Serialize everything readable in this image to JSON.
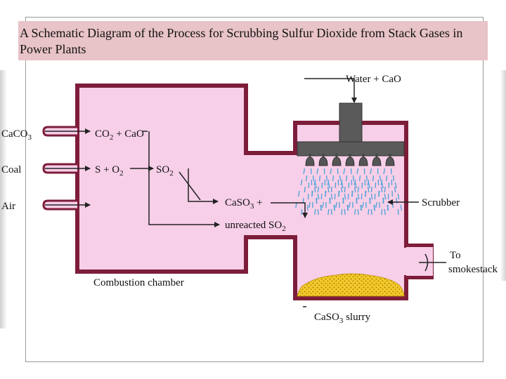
{
  "title": "A Schematic Diagram of the Process for Scrubbing Sulfur Dioxide from Stack Gases in Power Plants",
  "diagram": {
    "colors": {
      "chamber_fill": "#f7cfe8",
      "chamber_wall": "#7d1d3a",
      "spray": "#4aa3d9",
      "slurry": "#f2c72a",
      "nozzle": "#555555",
      "title_bg": "#e8c3c7"
    },
    "top_label": "Water + CaO",
    "inputs": {
      "caco3": {
        "main": "CaCO",
        "sub": "3"
      },
      "coal": "Coal",
      "air": "Air"
    },
    "reactions": {
      "co2_cao": {
        "a": "CO",
        "a_sub": "2",
        "b": " + CaO"
      },
      "s_o2": {
        "a": "S + O",
        "a_sub": "2"
      },
      "so2": {
        "a": "SO",
        "a_sub": "2"
      },
      "caso3_plus": {
        "a": "CaSO",
        "a_sub": "3",
        "b": " +"
      },
      "unreacted_so2": {
        "a": "unreacted SO",
        "a_sub": "2"
      }
    },
    "scrubber": "Scrubber",
    "to_label": "To",
    "smokestack_label": "smokestack",
    "combustion_chamber": "Combustion chamber",
    "slurry_label": {
      "a": "CaSO",
      "a_sub": "3",
      "b": " slurry"
    }
  }
}
